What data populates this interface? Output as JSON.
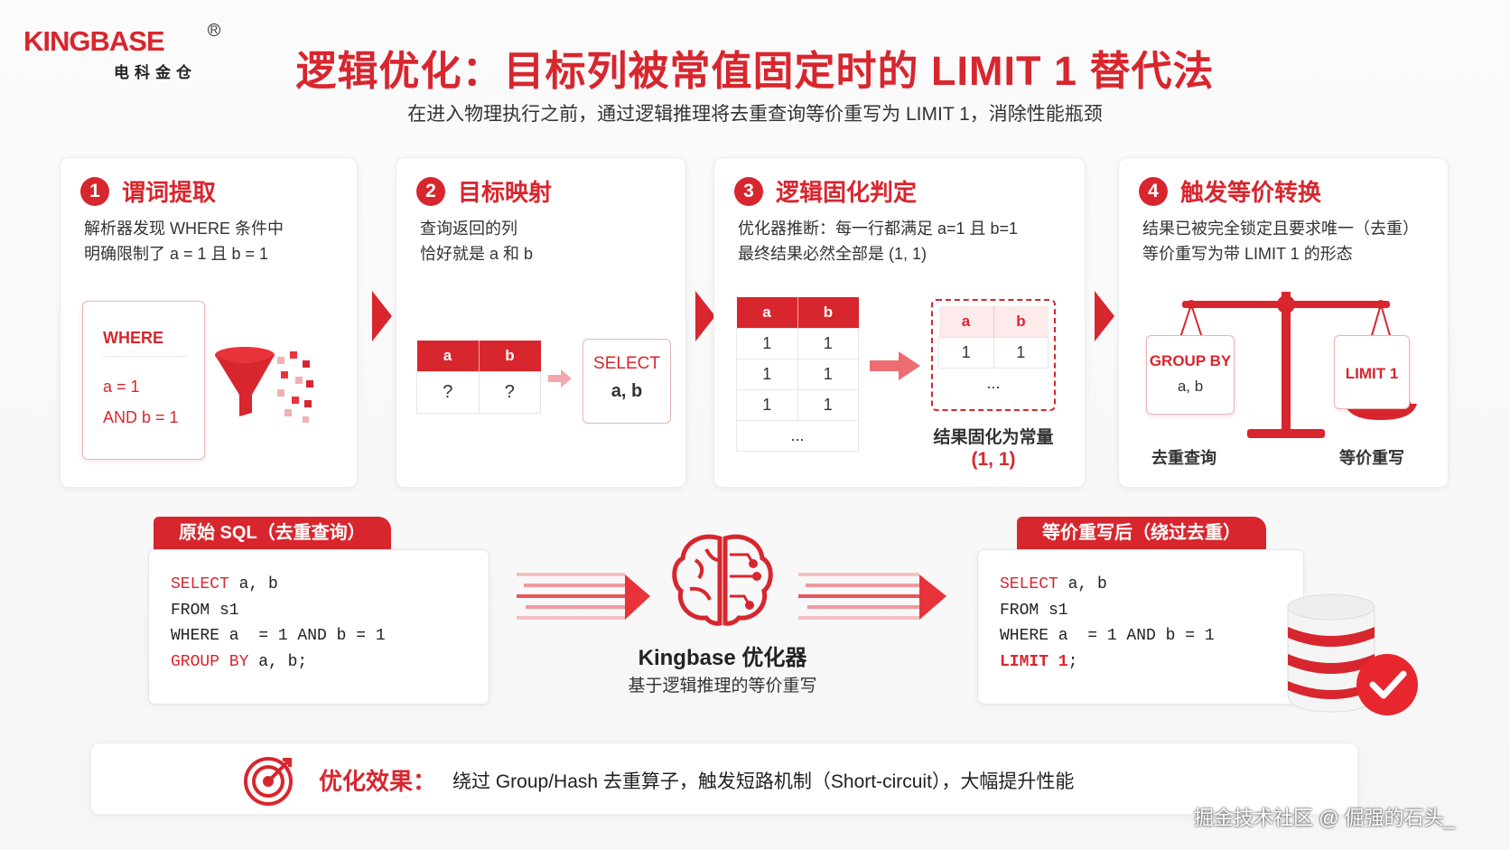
{
  "logo": {
    "main": "KINGBASE",
    "registered": "R",
    "sub": "电科金仓"
  },
  "title": "逻辑优化：目标列被常值固定时的 LIMIT 1 替代法",
  "subtitle": "在进入物理执行之前，通过逻辑推理将去重查询等价重写为 LIMIT 1，消除性能瓶颈",
  "steps": [
    {
      "num": "1",
      "title": "谓词提取",
      "desc1": "解析器发现 WHERE 条件中",
      "desc2": "明确限制了 a = 1 且 b = 1",
      "doc": {
        "l1": "WHERE",
        "l2": "a = 1",
        "l3": "AND b = 1"
      }
    },
    {
      "num": "2",
      "title": "目标映射",
      "desc1": "查询返回的列",
      "desc2": "恰好就是 a 和 b",
      "table": {
        "h1": "a",
        "h2": "b",
        "c1": "?",
        "c2": "?"
      },
      "select": {
        "l1": "SELECT",
        "l2": "a, b"
      }
    },
    {
      "num": "3",
      "title": "逻辑固化判定",
      "desc1": "优化器推断：每一行都满足 a=1 且 b=1",
      "desc2": "最终结果必然全部是 (1, 1)",
      "left_table": {
        "h1": "a",
        "h2": "b",
        "rows": [
          [
            "1",
            "1"
          ],
          [
            "1",
            "1"
          ],
          [
            "1",
            "1"
          ]
        ],
        "more": "..."
      },
      "right_table": {
        "h1": "a",
        "h2": "b",
        "c1": "1",
        "c2": "1",
        "more": "..."
      },
      "caption1": "结果固化为常量",
      "caption2": "(1, 1)"
    },
    {
      "num": "4",
      "title": "触发等价转换",
      "desc1": "结果已被完全锁定且要求唯一（去重）",
      "desc2": "等价重写为带 LIMIT 1 的形态",
      "left_doc": {
        "l1": "GROUP BY",
        "l2": "a, b"
      },
      "right_doc": "LIMIT 1",
      "left_label": "去重查询",
      "right_label": "等价重写"
    }
  ],
  "original": {
    "tab": "原始 SQL（去重查询）",
    "l1_kw": "SELECT",
    "l1": " a, b",
    "l2": "FROM s1",
    "l3": "WHERE a  = 1 AND b = 1",
    "l4_kw": "GROUP BY",
    "l4": " a, b;"
  },
  "optimizer": {
    "name": "Kingbase 优化器",
    "desc": "基于逻辑推理的等价重写"
  },
  "rewritten": {
    "tab": "等价重写后（绕过去重）",
    "l1_kw": "SELECT",
    "l1": " a, b",
    "l2": "FROM s1",
    "l3": "WHERE a  = 1 AND b = 1",
    "l4_kw": "LIMIT 1",
    "l4": ";"
  },
  "effect": {
    "label": "优化效果：",
    "text": "绕过 Group/Hash 去重算子，触发短路机制（Short-circuit），大幅提升性能"
  },
  "watermark": "掘金技术社区 @ 倔强的石头_",
  "colors": {
    "accent": "#d8262e"
  }
}
